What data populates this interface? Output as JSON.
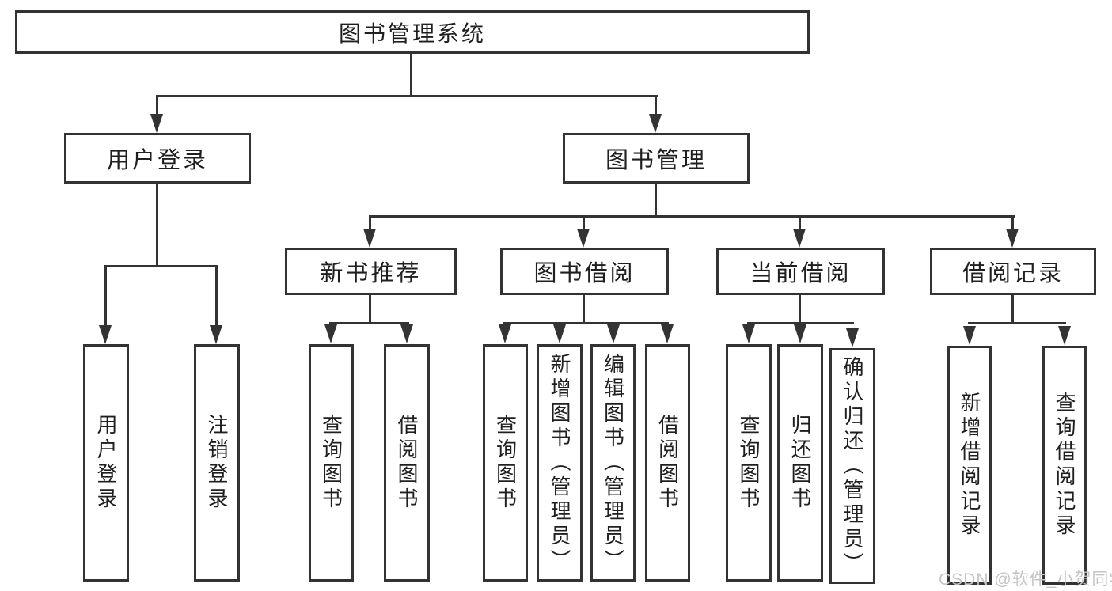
{
  "diagram": {
    "root": "图书管理系统",
    "user_login": {
      "label": "用户登录",
      "children": {
        "login": "用户登录",
        "logout": "注销登录"
      }
    },
    "book_mgmt": {
      "label": "图书管理",
      "new_book_rec": {
        "label": "新书推荐",
        "children": {
          "query": "查询图书",
          "borrow": "借阅图书"
        }
      },
      "book_borrow": {
        "label": "图书借阅",
        "children": {
          "query": "查询图书",
          "add": "新增图书（管理员）",
          "edit": "编辑图书（管理员）",
          "borrow": "借阅图书"
        }
      },
      "current_borrow": {
        "label": "当前借阅",
        "children": {
          "query": "查询图书",
          "return": "归还图书",
          "confirm": "确认归还（管理员）"
        }
      },
      "borrow_record": {
        "label": "借阅记录",
        "children": {
          "add": "新增借阅记录",
          "query": "查询借阅记录"
        }
      }
    }
  },
  "watermark": "CSDN @软件_小贺同学",
  "colors": {
    "line": "#333333",
    "box_border": "#333333",
    "text": "#1f1f1f",
    "watermark": "#c4c4c4",
    "background": "#ffffff"
  }
}
